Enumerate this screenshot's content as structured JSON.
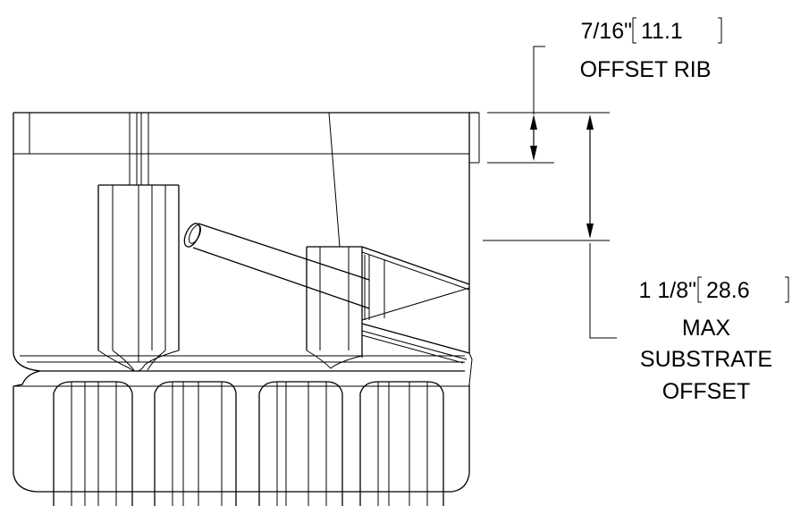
{
  "dimensions": {
    "offset_rib": {
      "imperial": "7/16\"",
      "metric": "11.1",
      "label": "OFFSET RIB"
    },
    "max_substrate_offset": {
      "imperial": "1 1/8\"",
      "metric": "28.6",
      "label_lines": [
        "MAX",
        "SUBSTRATE",
        "OFFSET"
      ]
    }
  },
  "colors": {
    "line": "#000000",
    "background": "#ffffff"
  }
}
